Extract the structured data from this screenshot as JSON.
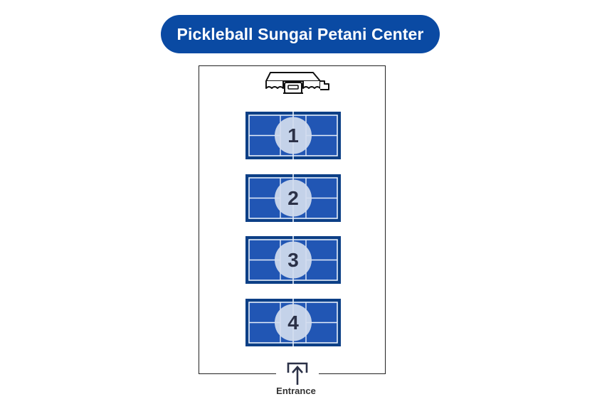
{
  "title": "Pickleball Sungai Petani Center",
  "pavilion": {
    "icon": "pavilion-icon"
  },
  "courts": [
    {
      "label": "1"
    },
    {
      "label": "2"
    },
    {
      "label": "3"
    },
    {
      "label": "4"
    }
  ],
  "entrance": {
    "label": "Entrance",
    "icon": "entrance-arrow-icon"
  },
  "colors": {
    "title_bg": "#0a4aa3",
    "title_text": "#ffffff",
    "court_border": "#0c3f86",
    "court_surface": "#2156b4",
    "court_lines": "#e6eefb",
    "court_number_circle": "#d3dcee",
    "court_number_text": "#2b3147"
  }
}
